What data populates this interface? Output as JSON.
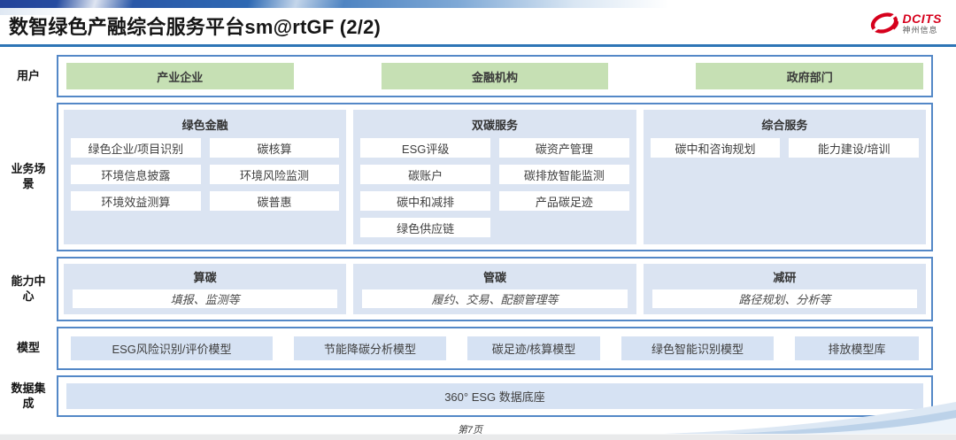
{
  "header": {
    "title": "数智绿色产融综合服务平台sm@rtGF (2/2)",
    "logo_brand": "DCITS",
    "logo_sub": "神州信息"
  },
  "users": {
    "label": "用户",
    "items": [
      "产业企业",
      "金融机构",
      "政府部门"
    ]
  },
  "scenarios": {
    "label": "业务场景",
    "columns": [
      {
        "title": "绿色金融",
        "items": [
          "绿色企业/项目识别",
          "碳核算",
          "环境信息披露",
          "环境风险监测",
          "环境效益测算",
          "碳普惠"
        ]
      },
      {
        "title": "双碳服务",
        "items": [
          "ESG评级",
          "碳资产管理",
          "碳账户",
          "碳排放智能监测",
          "碳中和减排",
          "产品碳足迹",
          "绿色供应链"
        ]
      },
      {
        "title": "综合服务",
        "items": [
          "碳中和咨询规划",
          "能力建设/培训"
        ]
      }
    ]
  },
  "capabilities": {
    "label": "能力中心",
    "columns": [
      {
        "title": "算碳",
        "desc": "填报、监测等"
      },
      {
        "title": "管碳",
        "desc": "履约、交易、配额管理等"
      },
      {
        "title": "减研",
        "desc": "路径规划、分析等"
      }
    ]
  },
  "models": {
    "label": "模型",
    "items": [
      "ESG风险识别/评价模型",
      "节能降碳分析模型",
      "碳足迹/核算模型",
      "绿色智能识别模型",
      "排放模型库"
    ]
  },
  "data_integration": {
    "label": "数据集成",
    "item": "360° ESG 数据底座"
  },
  "footer": {
    "page": "第7页"
  },
  "colors": {
    "accent_blue": "#2e75b6",
    "border_blue": "#5488c7",
    "panel_blue": "#dbe4f2",
    "chip_blue": "#d6e2f3",
    "green": "#c6e0b4",
    "logo_red": "#d6001c"
  }
}
